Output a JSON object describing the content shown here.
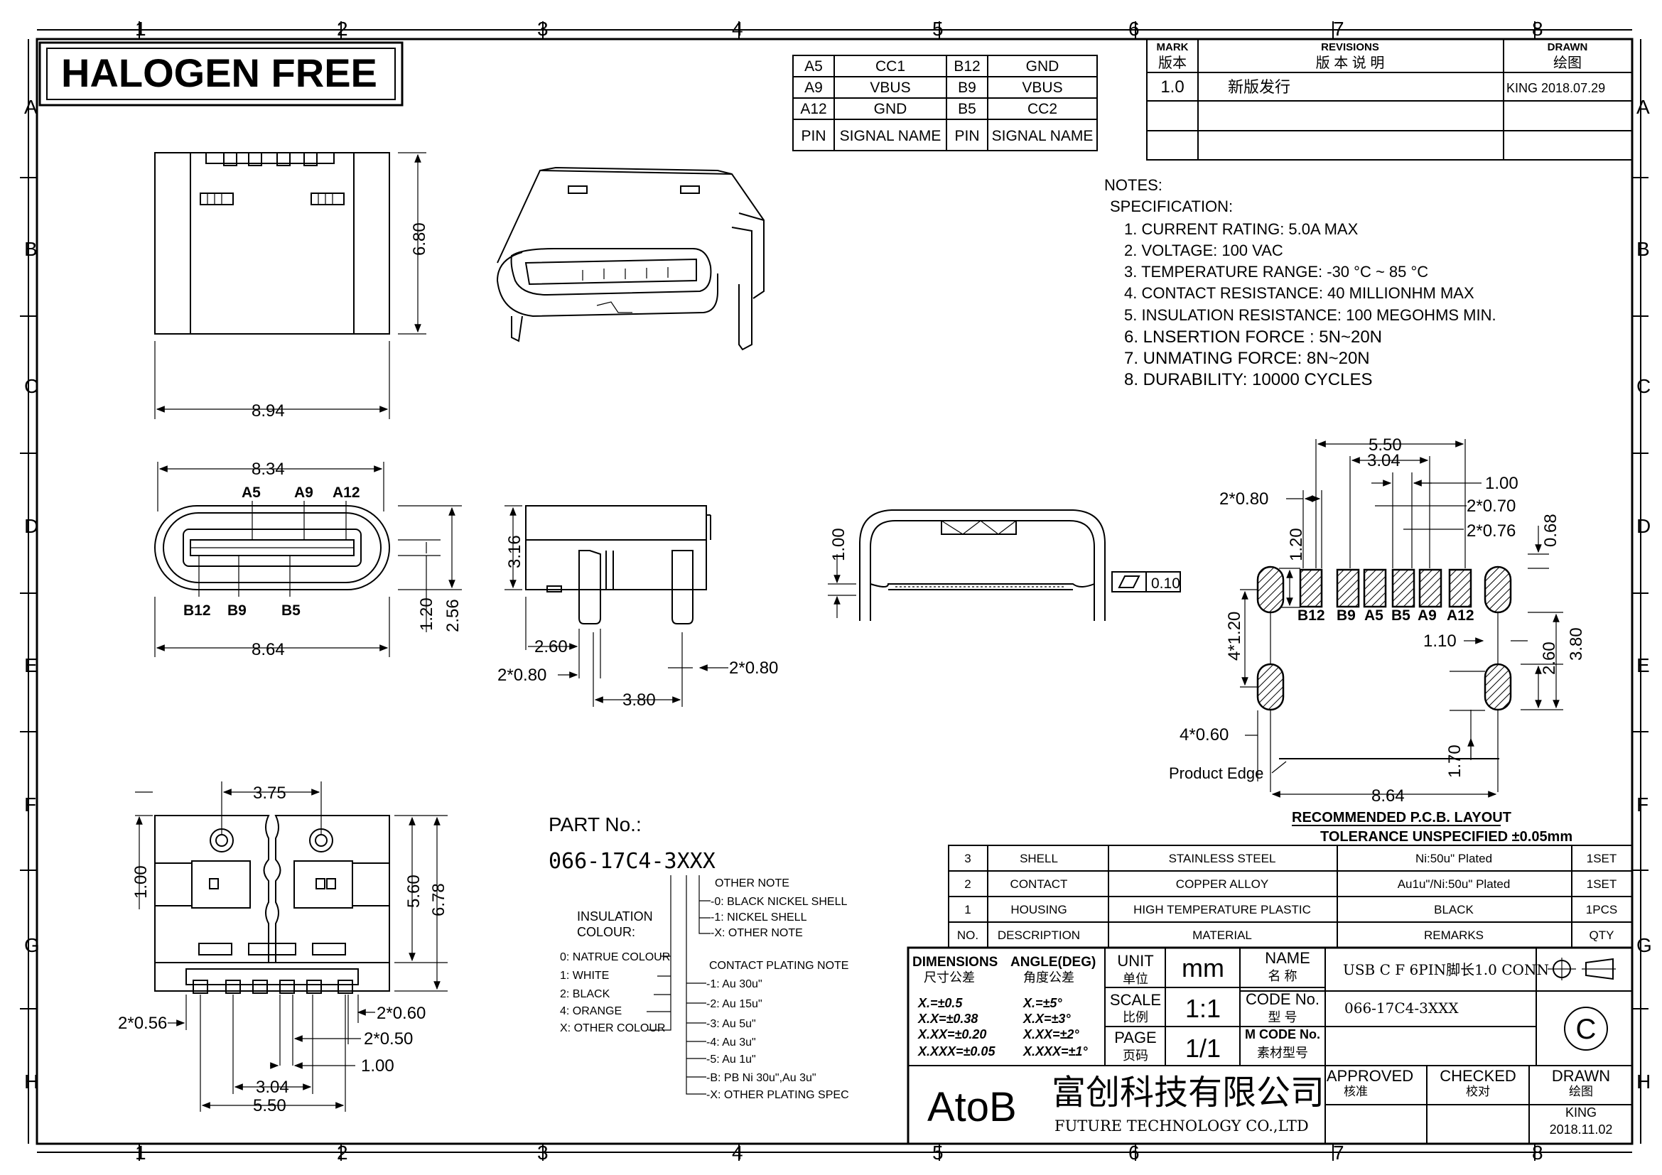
{
  "border": {
    "columns": [
      "1",
      "2",
      "3",
      "4",
      "5",
      "6",
      "7",
      "8"
    ],
    "rows": [
      "A",
      "B",
      "C",
      "D",
      "E",
      "F",
      "G",
      "H"
    ]
  },
  "banner": "HALOGEN FREE",
  "pin_table": {
    "rows": [
      [
        "A5",
        "CC1",
        "B12",
        "GND"
      ],
      [
        "A9",
        "VBUS",
        "B9",
        "VBUS"
      ],
      [
        "A12",
        "GND",
        "B5",
        "CC2"
      ],
      [
        "PIN",
        "SIGNAL NAME",
        "PIN",
        "SIGNAL NAME"
      ]
    ]
  },
  "revisions": {
    "mark_en": "MARK",
    "mark_cn": "版本",
    "rev_en": "REVISIONS",
    "rev_cn": "版 本 说 明",
    "drawn_en": "DRAWN",
    "drawn_cn": "绘图",
    "entries": [
      {
        "mark": "1.0",
        "desc": "新版发行",
        "drawn": "KING 2018.07.29"
      }
    ]
  },
  "notes": {
    "title": "NOTES:",
    "subtitle": "SPECIFICATION:",
    "items": [
      "1. CURRENT RATING: 5.0A MAX",
      "2. VOLTAGE: 100 VAC",
      "3. TEMPERATURE RANGE: -30 °C ~ 85 °C",
      "4. CONTACT RESISTANCE: 40 MILLIONHM MAX",
      "5. INSULATION RESISTANCE: 100 MEGOHMS MIN.",
      "6. LNSERTION FORCE : 5N~20N",
      "7. UNMATING FORCE: 8N~20N",
      "8. DURABILITY:   10000 CYCLES"
    ]
  },
  "dims": {
    "front_h": "6.80",
    "front_w": "8.94",
    "top_inner": "8.34",
    "top_outer": "8.64",
    "top_h1": "1.20",
    "top_h2": "2.56",
    "top_pins_a": [
      "A5",
      "A9",
      "A12"
    ],
    "top_pins_b": [
      "B12",
      "B9",
      "B5"
    ],
    "side_h": "3.16",
    "side_p1": "2.60",
    "side_p2": "2*0.80",
    "side_p3": "2*0.80",
    "side_p4": "3.80",
    "end_h": "1.00",
    "flat": "0.10",
    "bot_w1": "3.75",
    "bot_h1": "1.00",
    "bot_h2": "5.60",
    "bot_h3": "6.78",
    "bot_p1": "2*0.56",
    "bot_p2": "2*0.60",
    "bot_p3": "2*0.50",
    "bot_p4": "1.00",
    "bot_w2": "3.04",
    "bot_w3": "5.50",
    "pcb_w1": "5.50",
    "pcb_w2": "3.04",
    "pcb_w3": "1.00",
    "pcb_a": "2*0.80",
    "pcb_b": "2*0.70",
    "pcb_c": "2*0.76",
    "pcb_d": "0.68",
    "pcb_e": "1.20",
    "pcb_pins": [
      "B12",
      "B9",
      "A5",
      "B5",
      "A9",
      "A12"
    ],
    "pcb_f": "4*1.20",
    "pcb_g": "1.10",
    "pcb_h": "2.60",
    "pcb_i": "3.80",
    "pcb_j": "4*0.60",
    "pcb_k": "1.70",
    "pcb_l": "8.64",
    "product_edge": "Product Edge"
  },
  "pcb_layout": {
    "title": "RECOMMENDED  P.C.B. LAYOUT",
    "tolerance": "TOLERANCE UNSPECIFIED ±0.05mm"
  },
  "part": {
    "label": "PART No.:",
    "number": "066-17C4-3XXX",
    "insulation_title": [
      "INSULATION",
      "COLOUR:"
    ],
    "insulation": [
      "0: NATRUE COLOUR",
      "1: WHITE",
      "2: BLACK",
      "4: ORANGE",
      "X: OTHER COLOUR"
    ],
    "other_note": [
      "OTHER NOTE",
      "-0: BLACK NICKEL SHELL",
      "-1: NICKEL SHELL",
      "-X: OTHER NOTE"
    ],
    "plating_title": "CONTACT PLATING NOTE",
    "plating": [
      "-1: Au 30u\"",
      "-2: Au 15u\"",
      "-3: Au 5u\"",
      "-4: Au 3u\"",
      "-5: Au 1u\"",
      "-B: PB Ni 30u\",Au 3u\"",
      "-X: OTHER PLATING SPEC"
    ]
  },
  "bom": {
    "rows": [
      [
        "3",
        "SHELL",
        "STAINLESS STEEL",
        "Ni:50u\" Plated",
        "1SET"
      ],
      [
        "2",
        "CONTACT",
        "COPPER ALLOY",
        "Au1u\"/Ni:50u\" Plated",
        "1SET"
      ],
      [
        "1",
        "HOUSING",
        "HIGH TEMPERATURE PLASTIC",
        "BLACK",
        "1PCS"
      ]
    ],
    "header": [
      "NO.",
      "DESCRIPTION",
      "MATERIAL",
      "REMARKS",
      "QTY"
    ]
  },
  "title_block": {
    "dim_en": "DIMENSIONS",
    "dim_cn": "尺寸公差",
    "ang_en": "ANGLE(DEG)",
    "ang_cn": "角度公差",
    "tol_lin": [
      "X.=±0.5",
      "X.X=±0.38",
      "X.XX=±0.20",
      "X.XXX=±0.05"
    ],
    "tol_ang": [
      "X.=±5°",
      "X.X=±3°",
      "X.XX=±2°",
      "X.XXX=±1°"
    ],
    "unit_en": "UNIT",
    "unit_cn": "单位",
    "unit_val": "mm",
    "scale_en": "SCALE",
    "scale_cn": "比例",
    "scale_val": "1:1",
    "page_en": "PAGE",
    "page_cn": "页码",
    "page_val": "1/1",
    "name_en": "NAME",
    "name_cn": "名 称",
    "name_val": "USB C F 6PIN脚长1.0 CONN",
    "code_en": "CODE No.",
    "code_cn": "型 号",
    "code_val": "066-17C4-3XXX",
    "mcode_en": "M CODE No.",
    "mcode_cn": "素材型号",
    "company_logo": "AtoB",
    "company_cn": "富创科技有限公司",
    "company_en": "FUTURE TECHNOLOGY CO.,LTD",
    "approved_en": "APPROVED",
    "approved_cn": "核准",
    "checked_en": "CHECKED",
    "checked_cn": "校对",
    "drawn_en": "DRAWN",
    "drawn_cn": "绘图",
    "drawn_name": "KING",
    "drawn_date": "2018.11.02",
    "copyright": "C"
  }
}
